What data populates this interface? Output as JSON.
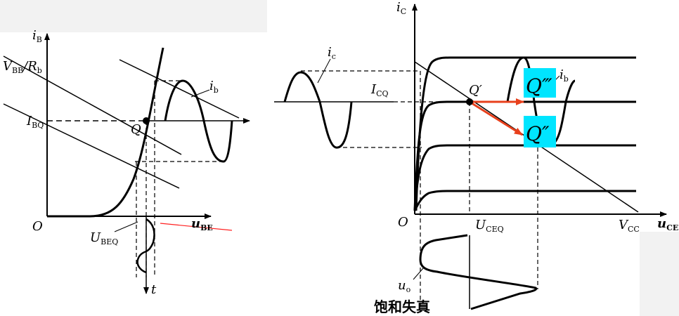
{
  "left_diagram": {
    "y_axis_label": "i",
    "y_axis_sub": "B",
    "vbb_label": "V",
    "vbb_sub": "BB",
    "vbb_slash": "/R",
    "vbb_sub2": "b",
    "ibq_label": "I",
    "ibq_sub": "BQ",
    "q_label": "Q",
    "ib_label": "i",
    "ib_sub": "b",
    "origin_label": "O",
    "ube_label": "u",
    "ube_sub": "BE",
    "ubeq_label": "U",
    "ubeq_sub": "BEQ",
    "t_label": "t"
  },
  "right_diagram": {
    "y_axis_label": "i",
    "y_axis_sub": "C",
    "ic_wave_label": "i",
    "ic_wave_sub": "c",
    "icq_label": "I",
    "icq_sub": "CQ",
    "q_prime_label": "Q′",
    "q_triple_label": "Q‴",
    "q_double_label": "Q″",
    "ib_label": "i",
    "ib_sub": "b",
    "origin_label": "O",
    "uceq_label": "U",
    "uceq_sub": "CEQ",
    "vcc_label": "V",
    "vcc_sub": "CC",
    "uce_label": "u",
    "uce_sub": "CE",
    "uo_label": "u",
    "uo_sub": "o",
    "caption": "饱和失真"
  },
  "colors": {
    "line": "#000000",
    "highlight": "#00e5ff",
    "arrow": "#e8401c",
    "red_line": "#ff2020",
    "panel_bg": "#f2f2f2"
  }
}
